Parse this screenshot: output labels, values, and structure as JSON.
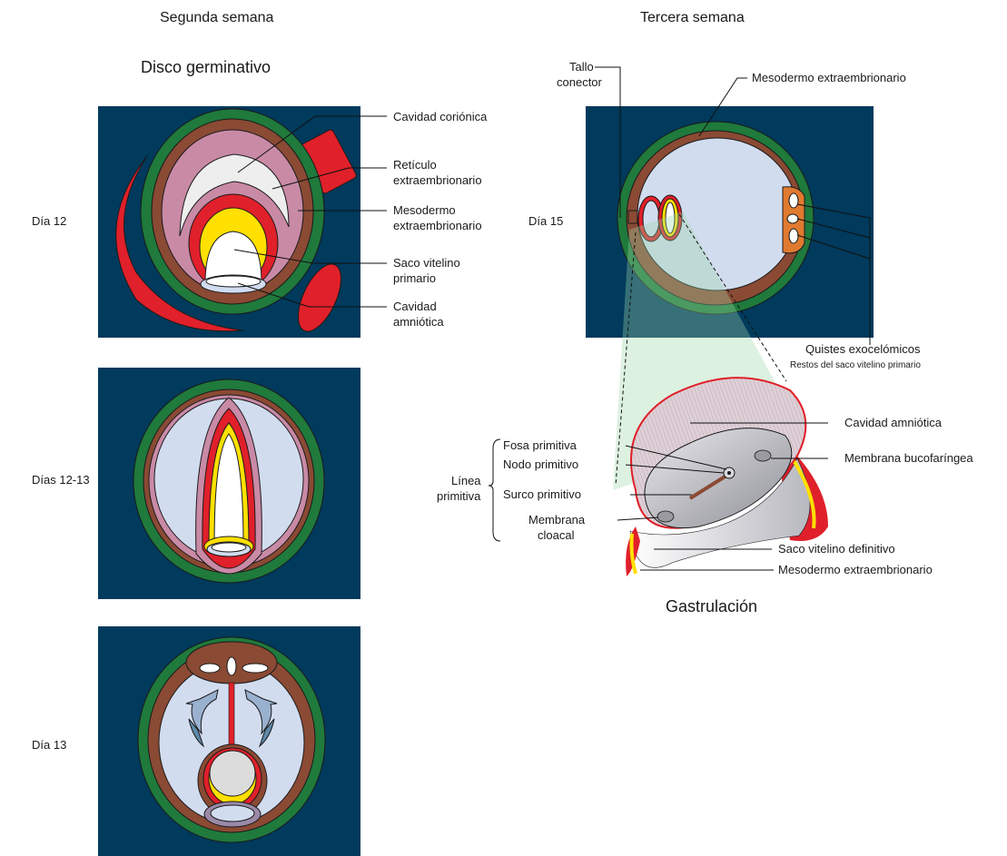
{
  "headings": {
    "second_week": "Segunda semana",
    "third_week": "Tercera semana",
    "germ_disc": "Disco germinativo",
    "gastrulation": "Gastrulación"
  },
  "days": {
    "d12": "Día 12",
    "d12_13": "Días 12-13",
    "d13": "Día 13",
    "d15": "Día 15"
  },
  "labels_day12": {
    "chorionic_cavity": "Cavidad coriónica",
    "reticulum_l1": "Retículo",
    "reticulum_l2": "extraembrionario",
    "mesoderm_l1": "Mesodermo",
    "mesoderm_l2": "extraembrionario",
    "yolk_l1": "Saco vitelino",
    "yolk_l2": "primario",
    "amnion_l1": "Cavidad",
    "amnion_l2": "amniótica"
  },
  "labels_day15": {
    "stalk_l1": "Tallo",
    "stalk_l2": "conector",
    "mesoderm": "Mesodermo extraembrionario",
    "cysts": "Quistes exocelómicos",
    "cysts_sub": "Restos del saco vitelino primario"
  },
  "labels_gastrulation": {
    "amniotic_cavity": "Cavidad amniótica",
    "buccopharyngeal": "Membrana bucofaríngea",
    "primitive_pit": "Fosa primitiva",
    "primitive_node": "Nodo primitivo",
    "primitive_streak_l1": "Línea",
    "primitive_streak_l2": "primitiva",
    "primitive_groove": "Surco primitivo",
    "cloacal_l1": "Membrana",
    "cloacal_l2": "cloacal",
    "definitive_yolk": "Saco vitelino definitivo",
    "mesoderm": "Mesodermo extraembrionario"
  },
  "colors": {
    "background_panel": "#003a5c",
    "chorion_green": "#1f7a3c",
    "mesoderm_brown": "#8a4a34",
    "reticulum_pink": "#c98aa6",
    "yolk_yellow": "#ffe000",
    "red": "#e0202a",
    "cavity_blue": "#d2dcef"
  }
}
